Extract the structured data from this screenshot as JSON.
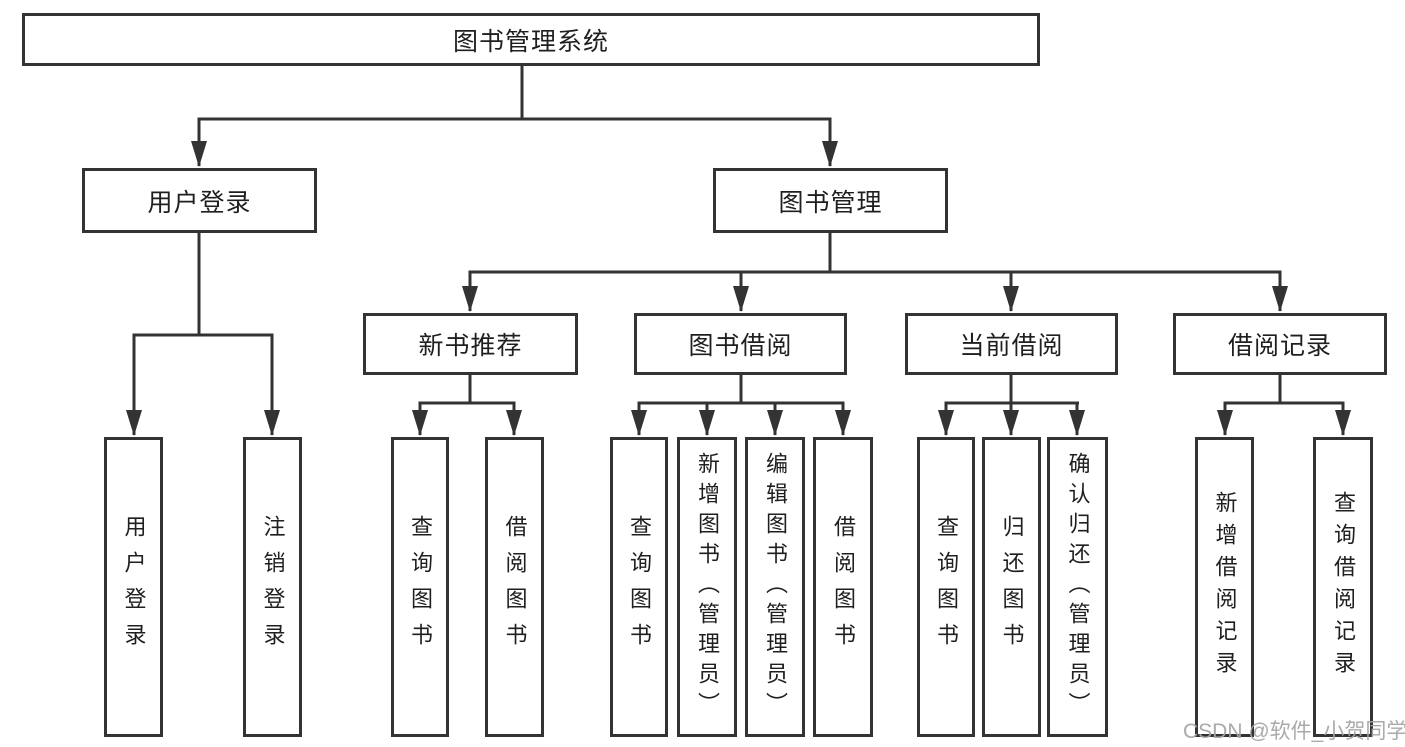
{
  "diagram": {
    "type": "tree",
    "title": "图书管理系统",
    "root": {
      "label": "图书管理系统",
      "children": [
        {
          "label": "用户登录",
          "children": [
            {
              "label": "用户登录"
            },
            {
              "label": "注销登录"
            }
          ]
        },
        {
          "label": "图书管理",
          "children": [
            {
              "label": "新书推荐",
              "children": [
                {
                  "label": "查询图书"
                },
                {
                  "label": "借阅图书"
                }
              ]
            },
            {
              "label": "图书借阅",
              "children": [
                {
                  "label": "查询图书"
                },
                {
                  "label": "新增图书（管理员）"
                },
                {
                  "label": "编辑图书（管理员）"
                },
                {
                  "label": "借阅图书"
                }
              ]
            },
            {
              "label": "当前借阅",
              "children": [
                {
                  "label": "查询图书"
                },
                {
                  "label": "归还图书"
                },
                {
                  "label": "确认归还（管理员）"
                }
              ]
            },
            {
              "label": "借阅记录",
              "children": [
                {
                  "label": "新增借阅记录"
                },
                {
                  "label": "查询借阅记录"
                }
              ]
            }
          ]
        }
      ]
    },
    "edges": [
      {
        "from": "图书管理系统",
        "to": "用户登录"
      },
      {
        "from": "图书管理系统",
        "to": "图书管理"
      },
      {
        "from": "用户登录",
        "to": "用户登录"
      },
      {
        "from": "用户登录",
        "to": "注销登录"
      },
      {
        "from": "图书管理",
        "to": "新书推荐"
      },
      {
        "from": "图书管理",
        "to": "图书借阅"
      },
      {
        "from": "图书管理",
        "to": "当前借阅"
      },
      {
        "from": "图书管理",
        "to": "借阅记录"
      },
      {
        "from": "新书推荐",
        "to": "查询图书"
      },
      {
        "from": "新书推荐",
        "to": "借阅图书"
      },
      {
        "from": "图书借阅",
        "to": "查询图书"
      },
      {
        "from": "图书借阅",
        "to": "新增图书（管理员）"
      },
      {
        "from": "图书借阅",
        "to": "编辑图书（管理员）"
      },
      {
        "from": "图书借阅",
        "to": "借阅图书"
      },
      {
        "from": "当前借阅",
        "to": "查询图书"
      },
      {
        "from": "当前借阅",
        "to": "归还图书"
      },
      {
        "from": "当前借阅",
        "to": "确认归还（管理员）"
      },
      {
        "from": "借阅记录",
        "to": "新增借阅记录"
      },
      {
        "from": "借阅记录",
        "to": "查询借阅记录"
      }
    ]
  },
  "colors": {
    "line": "#333333",
    "box_border": "#333333",
    "box_fill": "#ffffff",
    "text": "#1f1f1f",
    "watermark": "#a5a5a5"
  },
  "watermark": {
    "text": "CSDN @软件_小贺同学"
  }
}
